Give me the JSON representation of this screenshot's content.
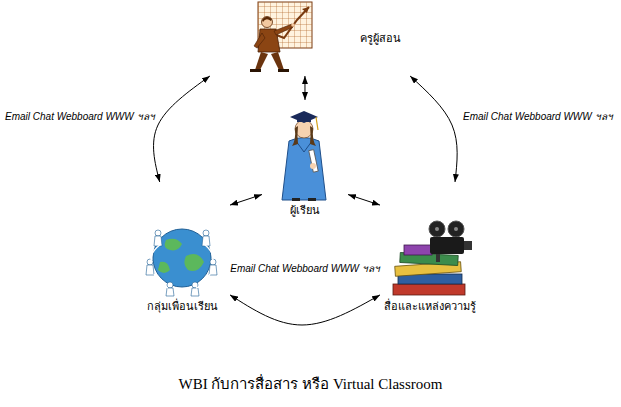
{
  "diagram": {
    "caption": "WBI กับการสื่อสาร หรือ Virtual Classroom",
    "nodes": [
      {
        "text": [
          "ครูผู้สอน"
        ]
      },
      {
        "text": [
          "ผู้เรียน"
        ]
      },
      {
        "text": [
          "กลุ่มเพื่อนเรียน"
        ]
      },
      {
        "text": [
          "สื่อและแหล่งความรู้"
        ]
      }
    ],
    "edges": [
      {
        "from": 0,
        "to": 1,
        "arrow": "both"
      },
      {
        "from": 1,
        "to": 2,
        "arrow": "both"
      },
      {
        "from": 1,
        "to": 3,
        "arrow": "both"
      },
      {
        "from": 0,
        "to": 2,
        "label": "Email Chat Webboard WWW ฯลฯ",
        "arrow": "both"
      },
      {
        "from": 0,
        "to": 3,
        "label": "Email Chat Webboard WWW ฯลฯ",
        "arrow": "both"
      },
      {
        "from": 2,
        "to": 3,
        "label": "Email Chat Webboard WWW ฯลฯ",
        "arrow": "both"
      }
    ]
  }
}
